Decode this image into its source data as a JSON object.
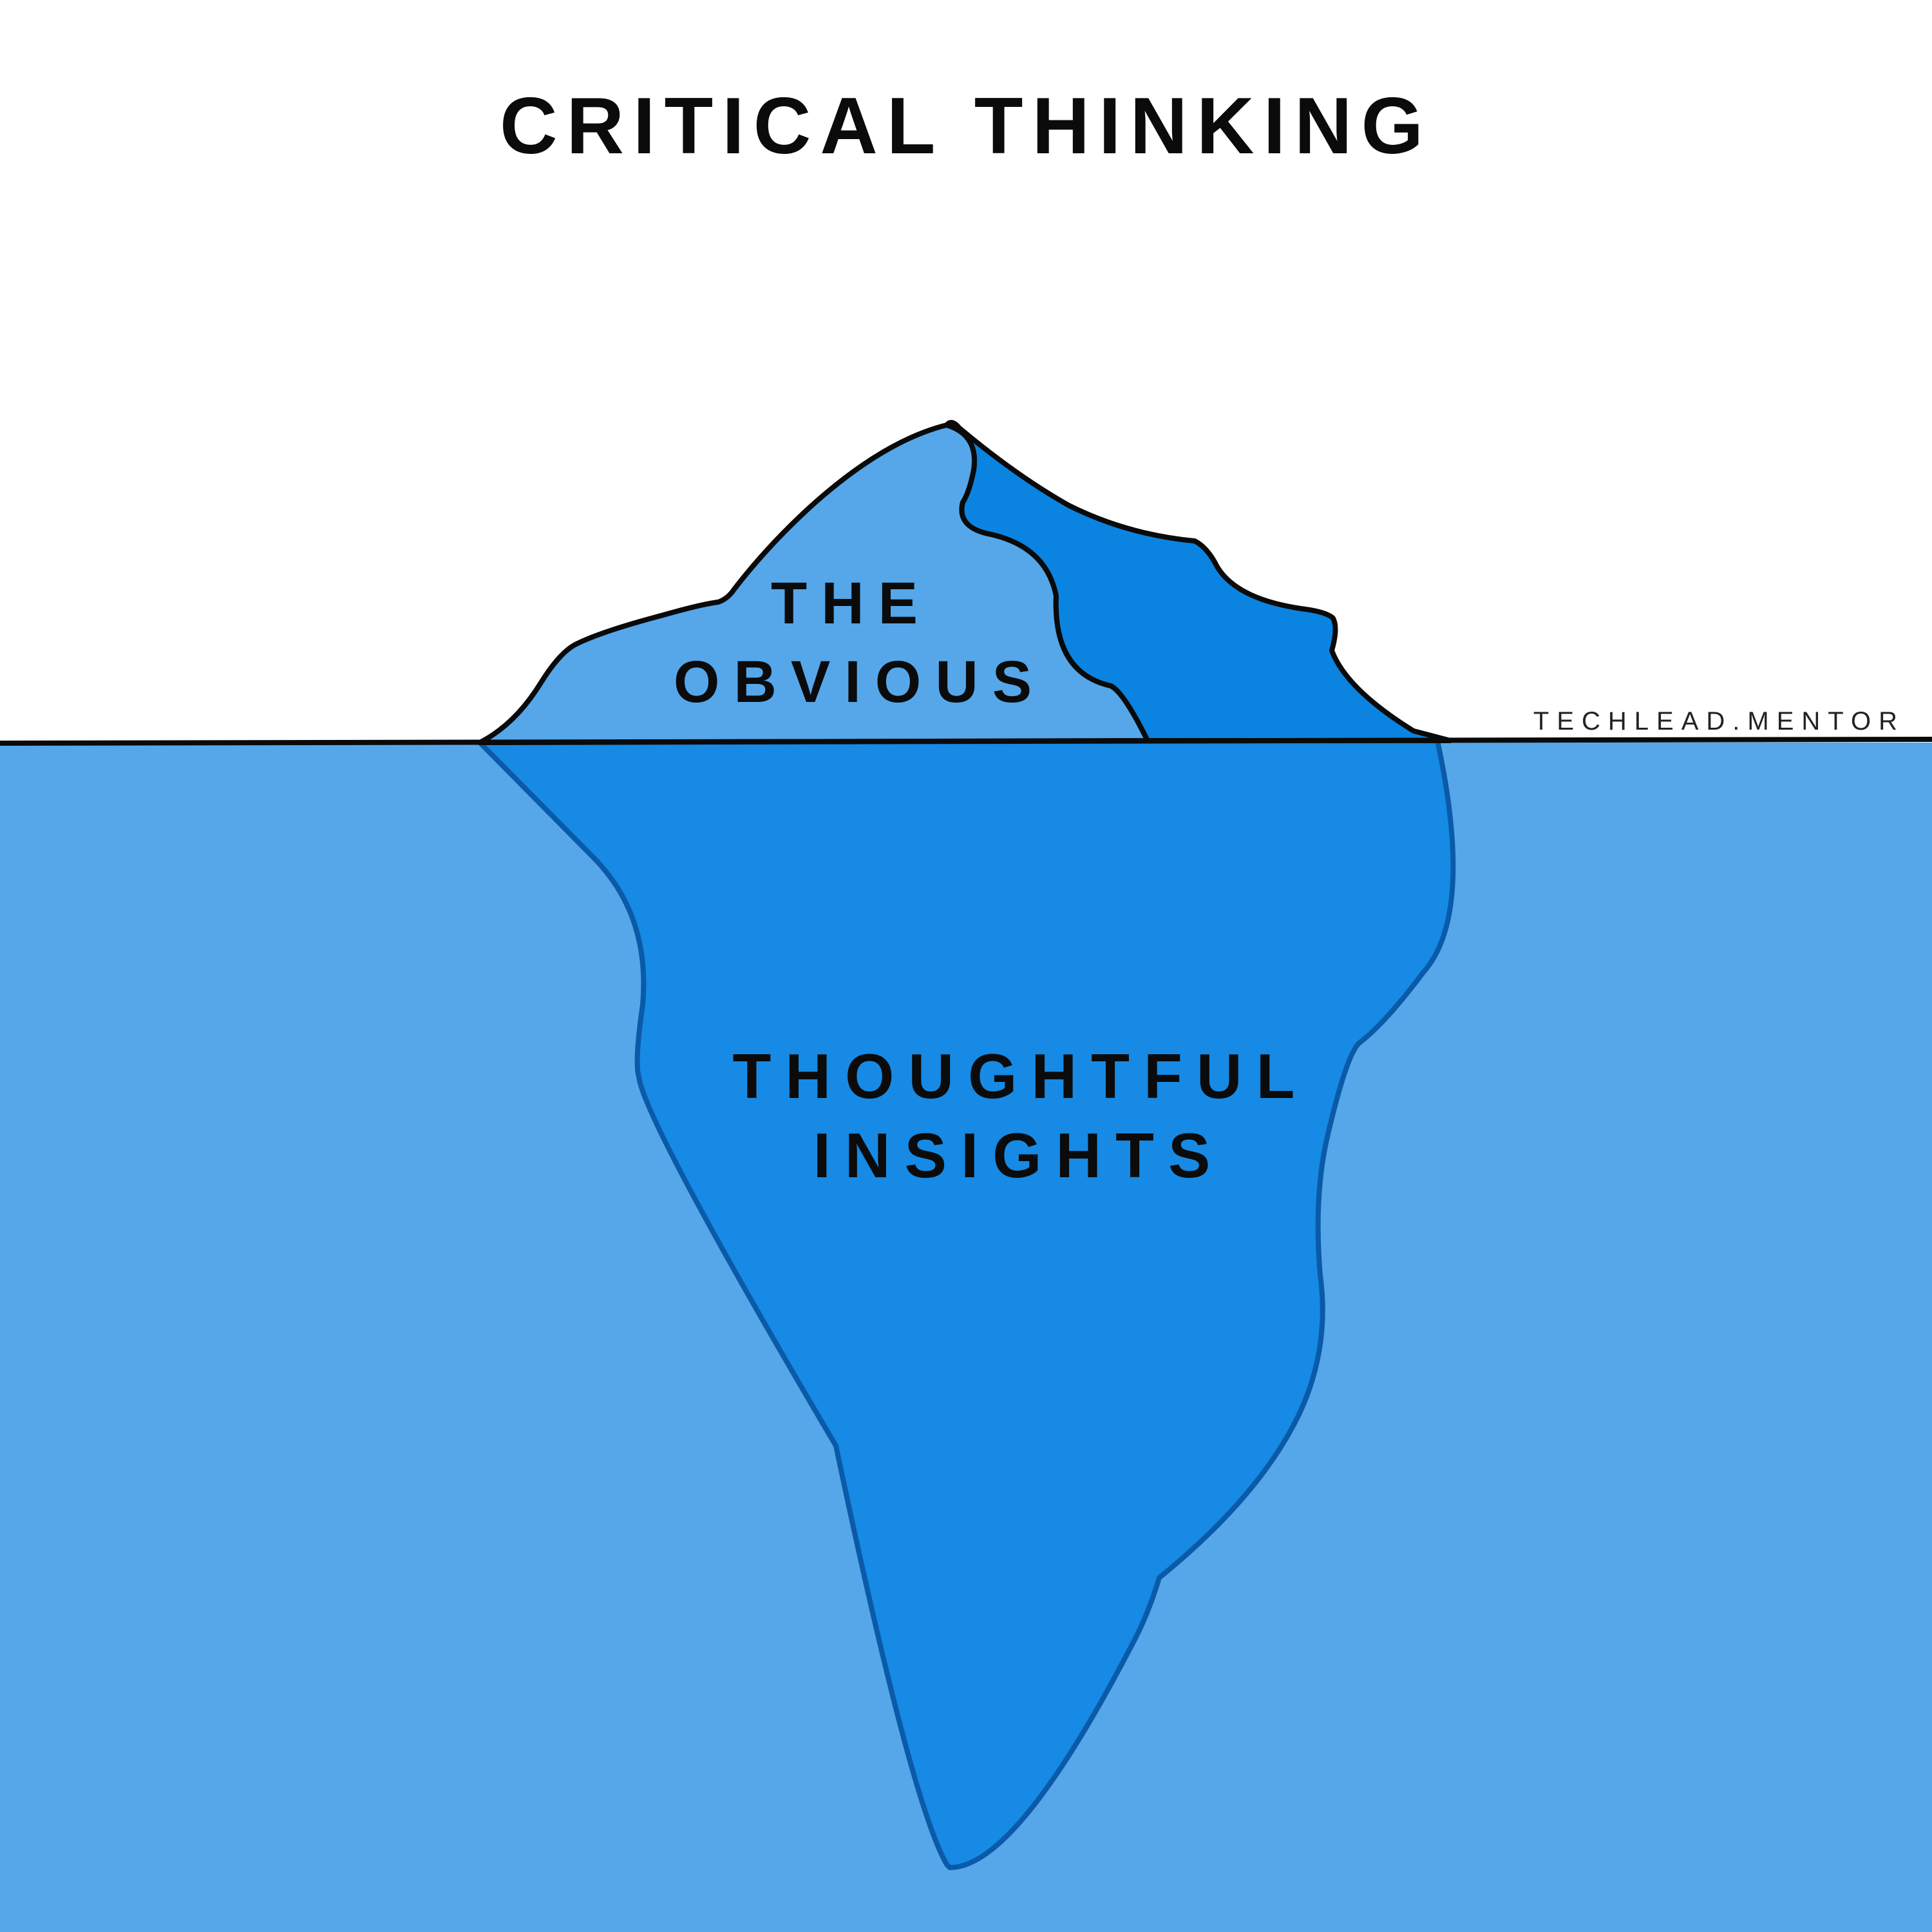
{
  "title": "CRITICAL THINKING",
  "iceberg": {
    "tip_label_lines": [
      "THE",
      "OBVIOUS"
    ],
    "underwater_label_lines": [
      "THOUGHTFUL",
      "INSIGHTS"
    ]
  },
  "brand": "TECHLEAD.MENTOR",
  "colors": {
    "water": "#55a7ea",
    "iceberg_submerged": "#168ae4",
    "iceberg_submerged_outline": "#0b5aa8",
    "iceberg_tip_light": "#55a7ea",
    "iceberg_tip_dark": "#0b83e0",
    "outline": "#0a0a0a",
    "sky": "#ffffff"
  }
}
